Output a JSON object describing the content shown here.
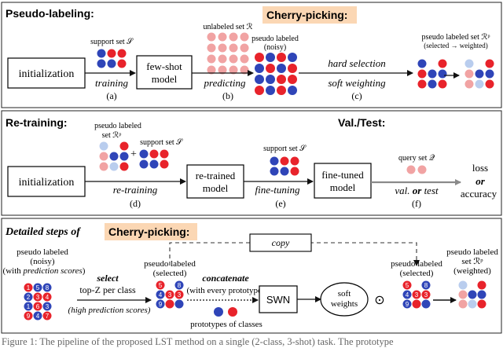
{
  "colors": {
    "blue": "#2f45b8",
    "red": "#e8232b",
    "pink": "#f1a3a3",
    "light_blue": "#b9cdee",
    "highlight": "#fbd7b4",
    "arrow": "#111111",
    "dashed": "#333333"
  },
  "sec1": {
    "title": "Pseudo-labeling:",
    "cherry": "Cherry-picking:",
    "init": "initialization",
    "support": "support set 𝒮",
    "training": "training",
    "a": "(a)",
    "fewshot_1": "few-shot",
    "fewshot_2": "model",
    "unlabeled": "unlabeled set ℛ",
    "predicting": "predicting",
    "b": "(b)",
    "pl_1": "pseudo labeled",
    "pl_2": "(noisy)",
    "hard": "hard selection",
    "soft": "soft weighting",
    "c": "(c)",
    "plset": "pseudo labeled set ℛᵖ",
    "plset_sub": "(selected → weighted)"
  },
  "sec2": {
    "title": "Re-training:",
    "valtest": "Val./Test:",
    "pl_1": "pseudo labeled",
    "pl_2": "set ℛᵖ",
    "plus": "+",
    "support": "support set 𝒮",
    "init": "initialization",
    "retraining": "re-training",
    "d": "(d)",
    "retrained_1": "re-trained",
    "retrained_2": "model",
    "support2": "support set 𝒮",
    "finetuning": "fine-tuning",
    "e": "(e)",
    "finetuned_1": "fine-tuned",
    "finetuned_2": "model",
    "query": "query set 𝒬",
    "val": "val.",
    "or": "or",
    "test": "test",
    "f": "(f)",
    "loss": "loss",
    "or2": "or",
    "accuracy": "accuracy"
  },
  "sec3": {
    "title": "Detailed steps of",
    "cherry": "Cherry-picking:",
    "copy": "copy",
    "pl_1": "pseudo labeled",
    "pl_2": "(noisy)",
    "pl_3_pre": "(with ",
    "pl_3_em": "prediction scores",
    "pl_3_post": ")",
    "select": "select",
    "topz": "top-Z per class",
    "high": "(high prediction scores)",
    "sel_1": "pseudo labeled",
    "sel_2": "(selected)",
    "concat": "concatenate",
    "every": "(with every prototype)",
    "prototypes": "prototypes of classes",
    "swn": "SWN",
    "soft_1": "soft",
    "soft_2": "weights",
    "odot": "⊙",
    "sel2_1": "pseudo labeled",
    "sel2_2": "(selected)",
    "out_1": "pseudo labeled",
    "out_2": "set ℛᵖ",
    "out_3": "(weighted)",
    "grid_numbers": [
      "1",
      "5",
      "8",
      "2",
      "3",
      "4",
      "1",
      "6",
      "3",
      "9",
      "4",
      "7"
    ],
    "selected_numbers": [
      "5",
      "8",
      "3",
      "4",
      "3",
      "9"
    ]
  },
  "caption": {
    "text": "Figure 1: The pipeline of the proposed LST method on a single (2-class, 3-shot) task. The prototype"
  }
}
